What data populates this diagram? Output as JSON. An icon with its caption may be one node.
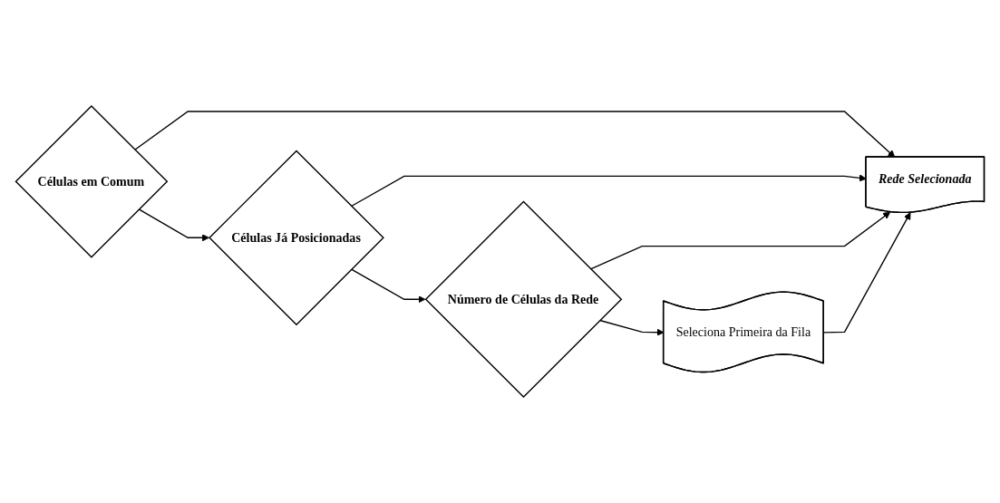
{
  "diagram": {
    "nodes": [
      {
        "text": [
          "Células em Comum"
        ]
      },
      {
        "text": [
          "Células Já Posicionadas"
        ]
      },
      {
        "text": [
          "Número de Células da Rede"
        ]
      },
      {
        "text": [
          "Seleciona Primeira da Fila"
        ]
      },
      {
        "text": [
          "Rede Selecionada"
        ]
      }
    ],
    "edges": [
      {
        "from": 0,
        "to": 1,
        "arrow": "to"
      },
      {
        "from": 0,
        "to": 4,
        "arrow": "to"
      },
      {
        "from": 1,
        "to": 2,
        "arrow": "to"
      },
      {
        "from": 1,
        "to": 4,
        "arrow": "to"
      },
      {
        "from": 2,
        "to": 3,
        "arrow": "to"
      },
      {
        "from": 2,
        "to": 4,
        "arrow": "to"
      },
      {
        "from": 3,
        "to": 4,
        "arrow": "to"
      }
    ]
  }
}
